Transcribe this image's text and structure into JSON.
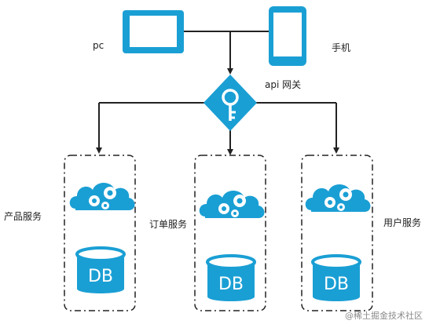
{
  "nodes": {
    "pc": "pc",
    "phone": "手机",
    "gateway": "api 网关",
    "services": [
      {
        "label": "产品服务",
        "db": "DB"
      },
      {
        "label": "订单服务",
        "db": "DB"
      },
      {
        "label": "用户服务",
        "db": "DB"
      }
    ]
  },
  "watermark": "@稀土掘金技术社区",
  "colors": {
    "accent": "#1a9fd4",
    "line": "#222222",
    "box_border": "#222222"
  }
}
